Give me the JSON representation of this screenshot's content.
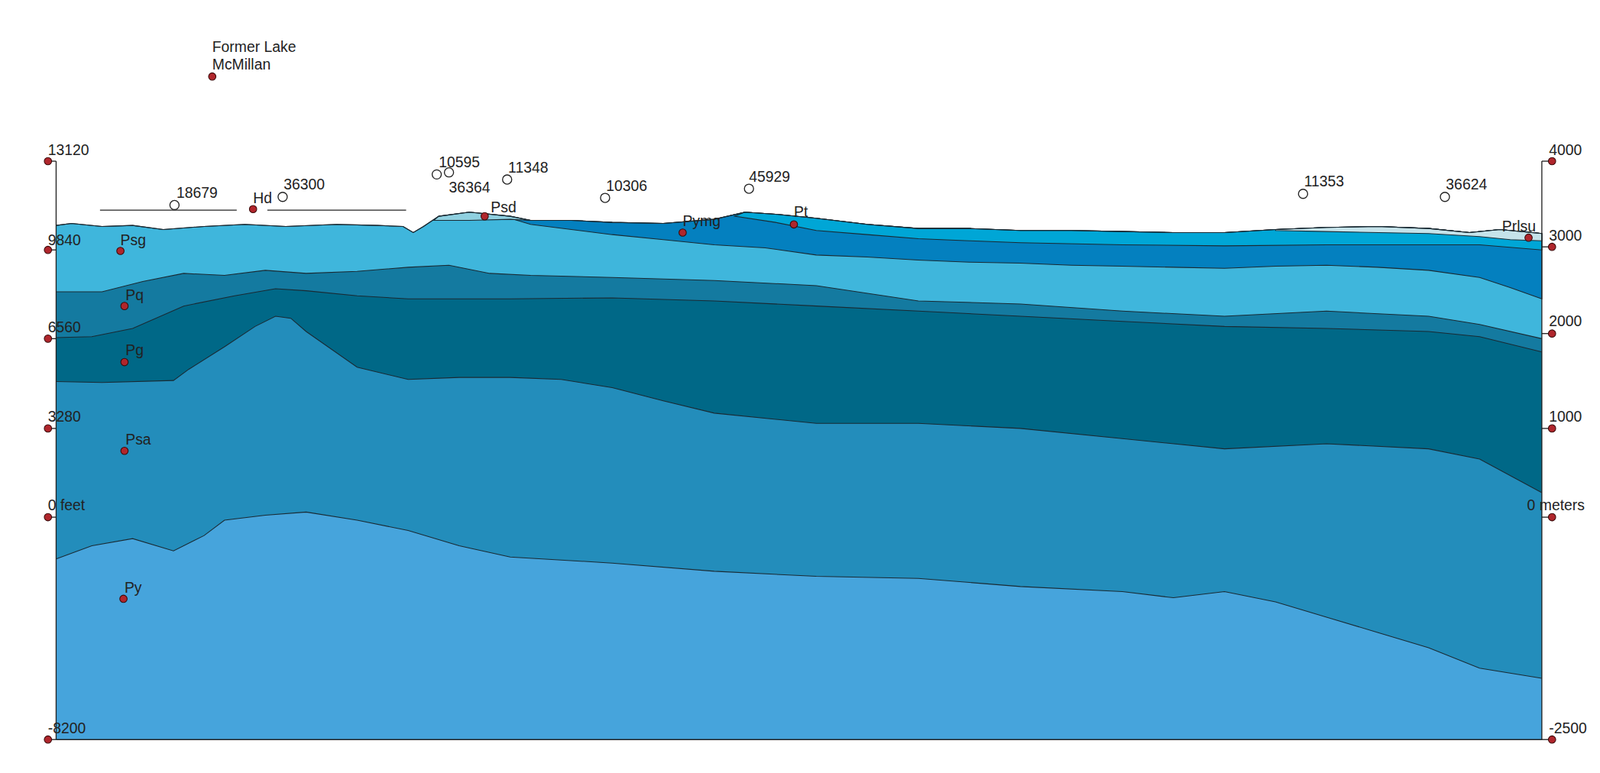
{
  "diagram": {
    "labels": [
      "Former Lake McMillan",
      "13120",
      "9840",
      "6560",
      "3280",
      "0 feet",
      "-8200",
      "4000",
      "3000",
      "2000",
      "1000",
      "0 meters",
      "-2500",
      "18679",
      "Hd",
      "36300",
      "10595",
      "36364",
      "11348",
      "10306",
      "45929",
      "11353",
      "36624",
      "Psd",
      "Pymg",
      "Pt",
      "Prlsu",
      "Psg",
      "Pq",
      "Pg",
      "Psa",
      "Py"
    ]
  }
}
